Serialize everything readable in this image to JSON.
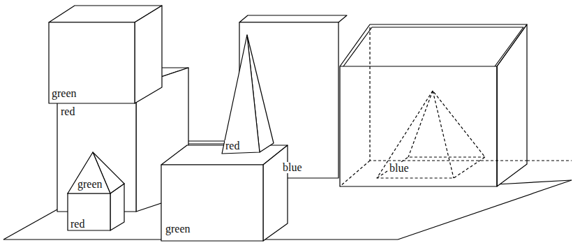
{
  "diagram": {
    "labels": [
      "green",
      "red",
      "green",
      "red",
      "red",
      "blue",
      "green",
      "blue"
    ]
  }
}
